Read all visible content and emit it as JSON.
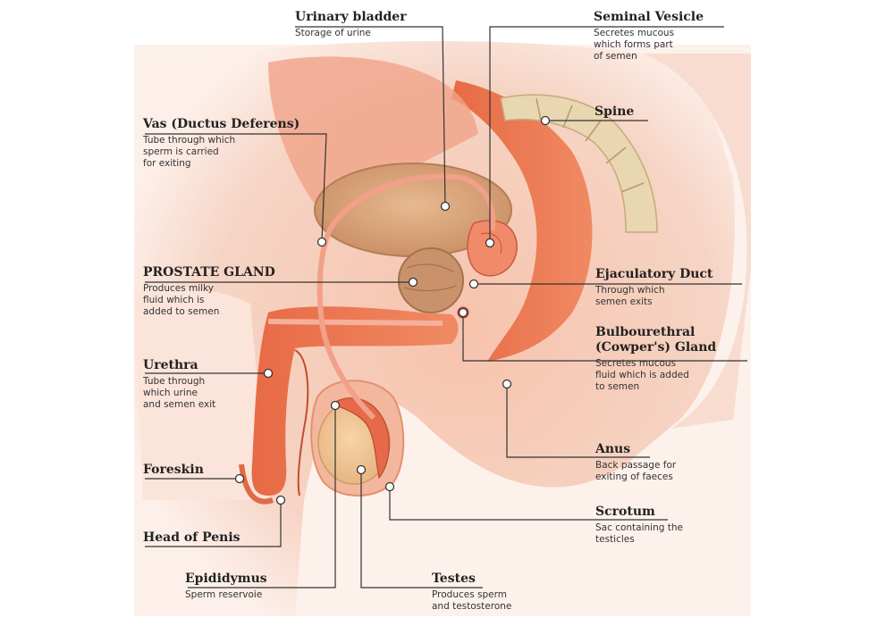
{
  "labels": {
    "urinary_bladder": {
      "title": "Urinary bladder",
      "desc": [
        "Storage of urine"
      ]
    },
    "seminal_vesicle": {
      "title": "Seminal Vesicle",
      "desc": [
        "Secretes mucous",
        "which forms part",
        "of semen"
      ]
    },
    "vas_deferens": {
      "title": "Vas (Ductus Deferens)",
      "desc": [
        "Tube through which",
        "sperm is carried",
        "for exiting"
      ]
    },
    "spine": {
      "title": "Spine",
      "desc": []
    },
    "prostate_gland": {
      "title": "PROSTATE GLAND",
      "desc": [
        "Produces milky",
        "fluid which is",
        "added to semen"
      ]
    },
    "ejaculatory_duct": {
      "title": "Ejaculatory Duct",
      "desc": [
        "Through which",
        "semen exits"
      ]
    },
    "bulbourethral": {
      "title": "Bulbourethral",
      "title2": "(Cowper's) Gland",
      "desc": [
        "Secretes mucous",
        "fluid which is added",
        "to semen"
      ]
    },
    "urethra": {
      "title": "Urethra",
      "desc": [
        "Tube through",
        "which urine",
        "and semen exit"
      ]
    },
    "anus": {
      "title": "Anus",
      "desc": [
        "Back passage for",
        "exiting of faeces"
      ]
    },
    "foreskin": {
      "title": "Foreskin",
      "desc": []
    },
    "scrotum": {
      "title": "Scrotum",
      "desc": [
        "Sac containing the",
        "testicles"
      ]
    },
    "head_of_penis": {
      "title": "Head of Penis",
      "desc": []
    },
    "epididymus": {
      "title": "Epididymus",
      "desc": [
        "Sperm reservoie"
      ]
    },
    "testes": {
      "title": "Testes",
      "desc": [
        "Produces sperm",
        "and testosterone"
      ]
    }
  },
  "colors": {
    "tissue_light": "#fbe3d8",
    "tissue_mid": "#f2a68c",
    "tissue_dark": "#e0603e",
    "bladder": "#d9a77e",
    "vertebra": "#e8d7b0",
    "leader_line": "#333333"
  }
}
